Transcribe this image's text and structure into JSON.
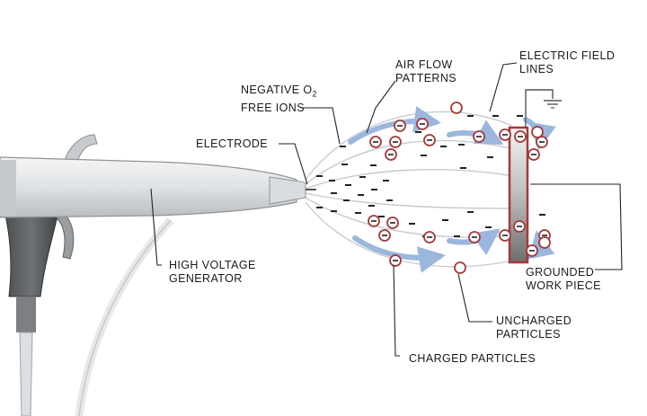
{
  "labels": {
    "negative_ions_line1": "NEGATIVE O",
    "negative_ions_sub": "2",
    "negative_ions_line2": "FREE IONS",
    "air_flow_line1": "AIR FLOW",
    "air_flow_line2": "PATTERNS",
    "electric_field_line1": "ELECTRIC FIELD",
    "electric_field_line2": "LINES",
    "electrode": "ELECTRODE",
    "hv_line1": "HIGH VOLTAGE",
    "hv_line2": "GENERATOR",
    "grounded_line1": "GROUNDED",
    "grounded_line2": "WORK PIECE",
    "uncharged_line1": "UNCHARGED",
    "uncharged_line2": "PARTICLES",
    "charged": "CHARGED PARTICLES"
  },
  "symbols": {
    "negative_sign": "−",
    "charged_sign": "⊖"
  },
  "colors": {
    "particle": "#a33a3a",
    "air_flow": "#9bb7dd",
    "field_line": "#b8c4cc",
    "work_piece_border": "#a33a3a",
    "gun_body": "#d9dcde",
    "gun_dark": "#5e6366",
    "text": "#1a1a1a"
  }
}
